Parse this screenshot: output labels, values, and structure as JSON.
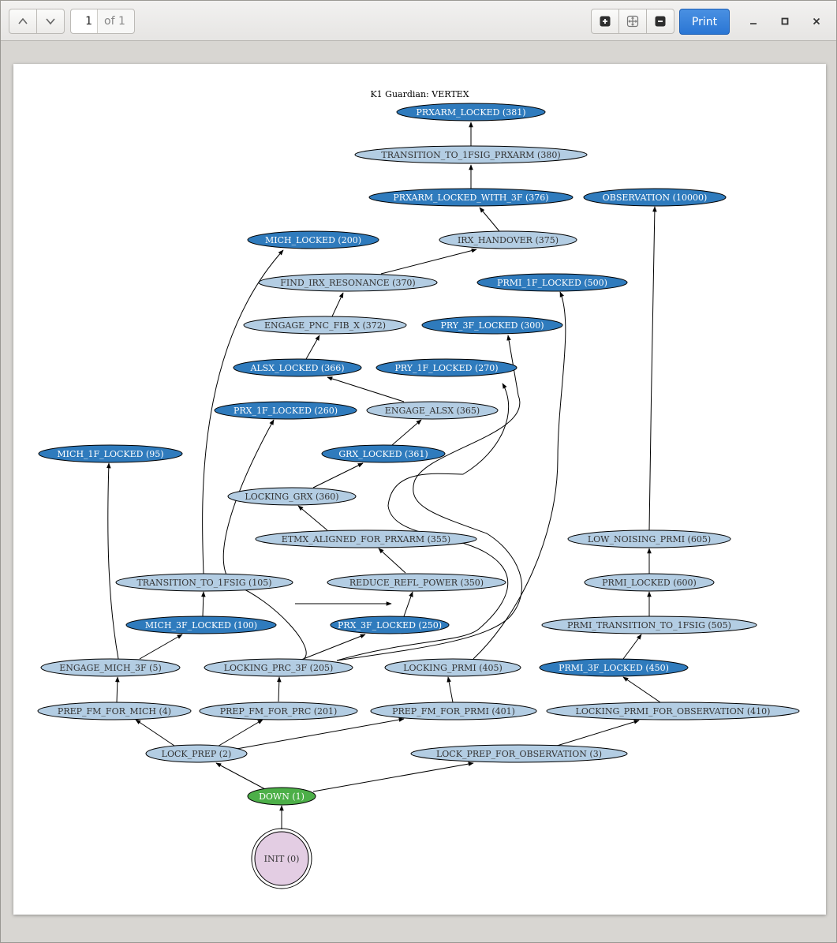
{
  "toolbar": {
    "page_current": "1",
    "page_total_label": "of 1",
    "print_label": "Print"
  },
  "icons": {
    "prev": "chevron-up-icon",
    "next": "chevron-down-icon",
    "zoom_in": "zoom-in-icon",
    "zoom_fit": "zoom-fit-icon",
    "zoom_out": "zoom-out-icon",
    "minimize": "minimize-icon",
    "maximize": "maximize-icon",
    "close": "close-icon"
  },
  "colors": {
    "dark_node": "#2f7bbd",
    "light_node": "#b3cde3",
    "down_node": "#4caf48",
    "init_node": "#e3cde3",
    "print_button": "#3584e4"
  },
  "graph": {
    "title": "K1 Guardian: VERTEX",
    "nodes": [
      {
        "id": "prxarm_locked",
        "label": "PRXARM_LOCKED (381)",
        "style": "dark"
      },
      {
        "id": "transition_1fsig_prxarm",
        "label": "TRANSITION_TO_1FSIG_PRXARM (380)",
        "style": "light"
      },
      {
        "id": "prxarm_locked_3f",
        "label": "PRXARM_LOCKED_WITH_3F (376)",
        "style": "dark"
      },
      {
        "id": "observation",
        "label": "OBSERVATION (10000)",
        "style": "dark"
      },
      {
        "id": "mich_locked",
        "label": "MICH_LOCKED (200)",
        "style": "dark"
      },
      {
        "id": "irx_handover",
        "label": "IRX_HANDOVER (375)",
        "style": "light"
      },
      {
        "id": "find_irx",
        "label": "FIND_IRX_RESONANCE (370)",
        "style": "light"
      },
      {
        "id": "prmi_1f_locked",
        "label": "PRMI_1F_LOCKED (500)",
        "style": "dark"
      },
      {
        "id": "engage_pnc",
        "label": "ENGAGE_PNC_FIB_X (372)",
        "style": "light"
      },
      {
        "id": "pry_3f_locked",
        "label": "PRY_3F_LOCKED (300)",
        "style": "dark"
      },
      {
        "id": "alsx_locked",
        "label": "ALSX_LOCKED (366)",
        "style": "dark"
      },
      {
        "id": "pry_1f_locked",
        "label": "PRY_1F_LOCKED (270)",
        "style": "dark"
      },
      {
        "id": "prx_1f_locked",
        "label": "PRX_1F_LOCKED (260)",
        "style": "dark"
      },
      {
        "id": "engage_alsx",
        "label": "ENGAGE_ALSX (365)",
        "style": "light"
      },
      {
        "id": "mich_1f_locked",
        "label": "MICH_1F_LOCKED (95)",
        "style": "dark"
      },
      {
        "id": "grx_locked",
        "label": "GRX_LOCKED (361)",
        "style": "dark"
      },
      {
        "id": "locking_grx",
        "label": "LOCKING_GRX (360)",
        "style": "light"
      },
      {
        "id": "etmx_aligned",
        "label": "ETMX_ALIGNED_FOR_PRXARM (355)",
        "style": "light"
      },
      {
        "id": "low_noising",
        "label": "LOW_NOISING_PRMI (605)",
        "style": "light"
      },
      {
        "id": "transition_1fsig",
        "label": "TRANSITION_TO_1FSIG (105)",
        "style": "light"
      },
      {
        "id": "reduce_refl",
        "label": "REDUCE_REFL_POWER (350)",
        "style": "light"
      },
      {
        "id": "prmi_locked",
        "label": "PRMI_LOCKED (600)",
        "style": "light"
      },
      {
        "id": "mich_3f_locked",
        "label": "MICH_3F_LOCKED (100)",
        "style": "dark"
      },
      {
        "id": "prx_3f_locked",
        "label": "PRX_3F_LOCKED (250)",
        "style": "dark"
      },
      {
        "id": "prmi_transition",
        "label": "PRMI_TRANSITION_TO_1FSIG (505)",
        "style": "light"
      },
      {
        "id": "engage_mich_3f",
        "label": "ENGAGE_MICH_3F (5)",
        "style": "light"
      },
      {
        "id": "locking_prc_3f",
        "label": "LOCKING_PRC_3F (205)",
        "style": "light"
      },
      {
        "id": "locking_prmi",
        "label": "LOCKING_PRMI (405)",
        "style": "light"
      },
      {
        "id": "prmi_3f_locked",
        "label": "PRMI_3F_LOCKED (450)",
        "style": "dark"
      },
      {
        "id": "prep_fm_mich",
        "label": "PREP_FM_FOR_MICH (4)",
        "style": "light"
      },
      {
        "id": "prep_fm_prc",
        "label": "PREP_FM_FOR_PRC (201)",
        "style": "light"
      },
      {
        "id": "prep_fm_prmi",
        "label": "PREP_FM_FOR_PRMI (401)",
        "style": "light"
      },
      {
        "id": "locking_prmi_obs",
        "label": "LOCKING_PRMI_FOR_OBSERVATION (410)",
        "style": "light"
      },
      {
        "id": "lock_prep",
        "label": "LOCK_PREP (2)",
        "style": "light"
      },
      {
        "id": "lock_prep_obs",
        "label": "LOCK_PREP_FOR_OBSERVATION (3)",
        "style": "light"
      },
      {
        "id": "down",
        "label": "DOWN (1)",
        "style": "green"
      },
      {
        "id": "init",
        "label": "INIT (0)",
        "style": "init"
      }
    ]
  }
}
